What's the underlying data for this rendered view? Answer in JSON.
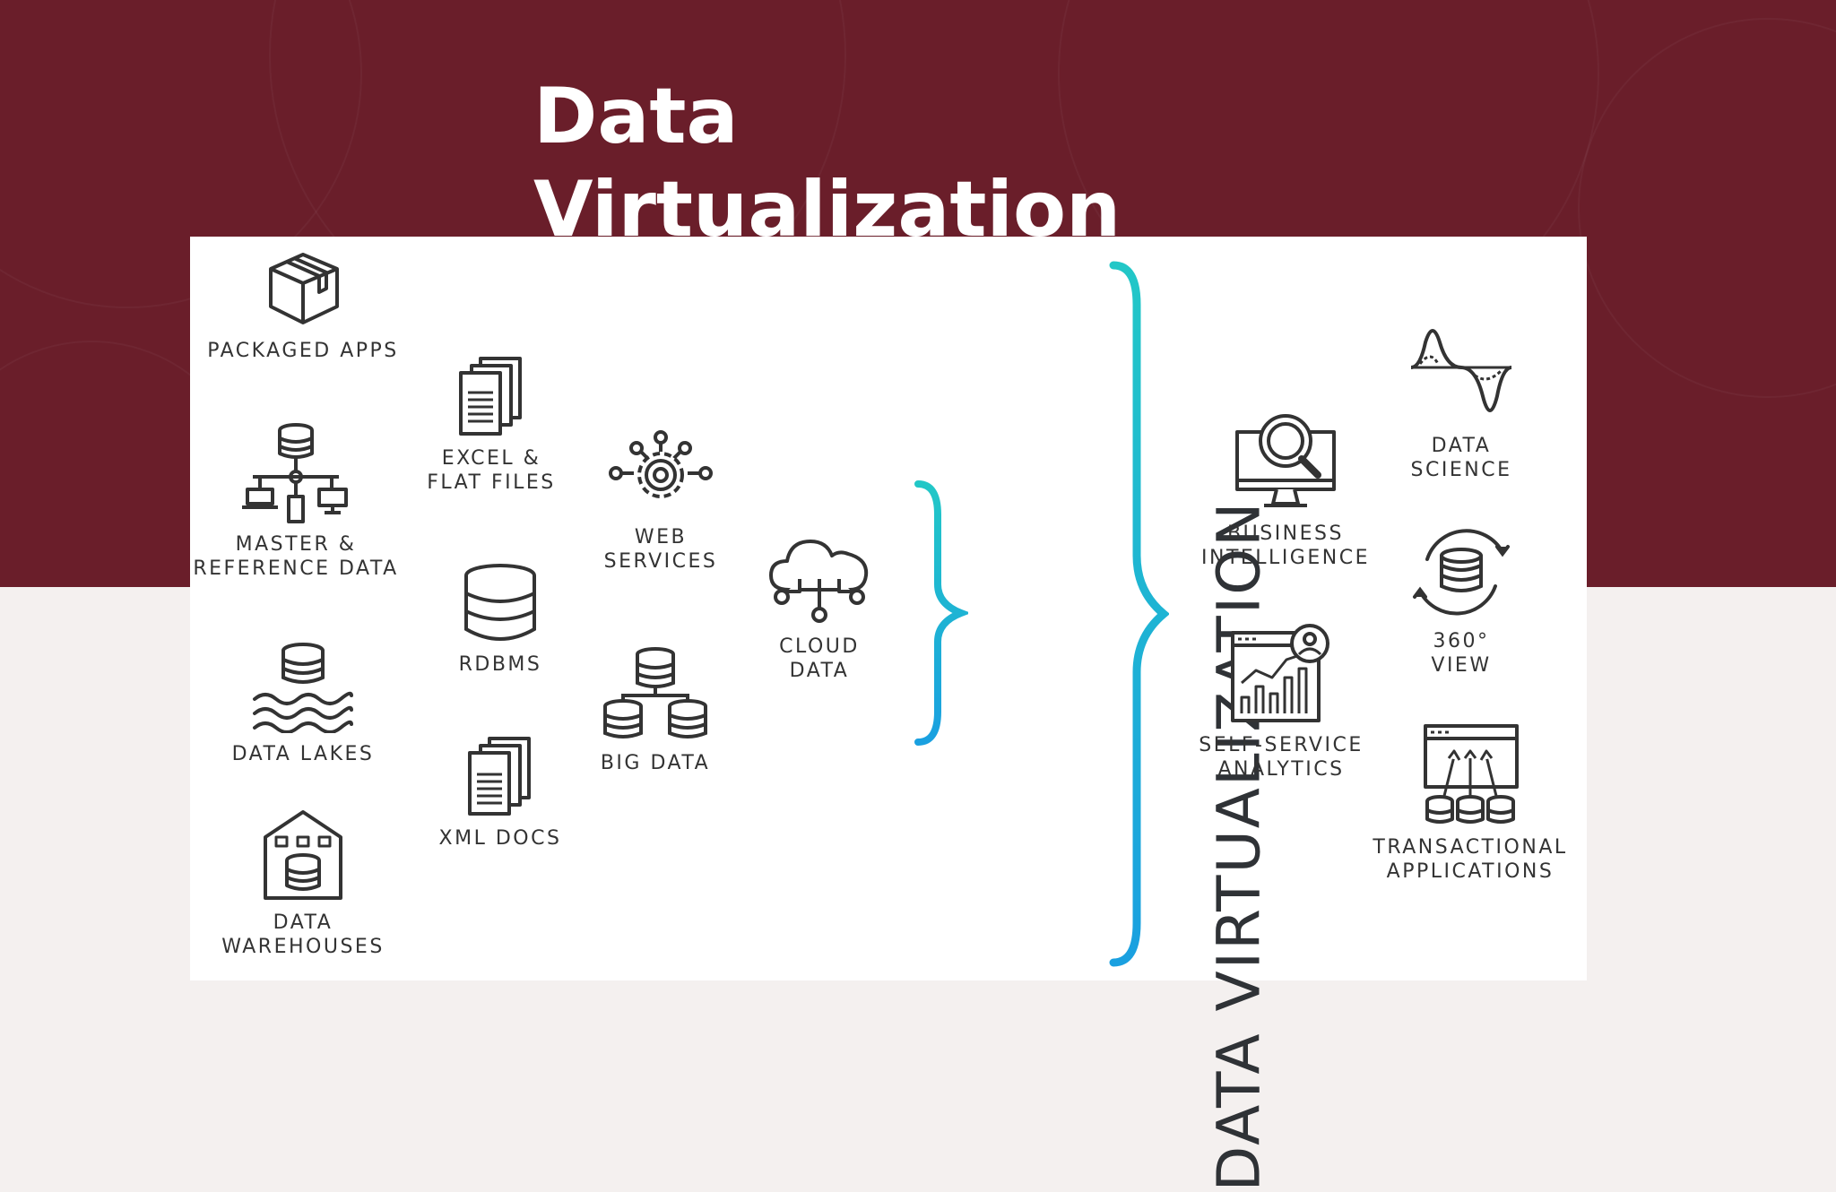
{
  "title": "Data\nVirtualization",
  "center_label": "DATA VIRTUALIZATION",
  "colors": {
    "top_band": "#6a1e2a",
    "accent_top": "#22c7c7",
    "accent_bottom": "#1aa0e0",
    "icon": "#333333"
  },
  "sources": [
    {
      "label": "PACKAGED APPS",
      "icon": "package-icon"
    },
    {
      "label": "EXCEL &\nFLAT FILES",
      "icon": "documents-icon"
    },
    {
      "label": "MASTER &\nREFERENCE DATA",
      "icon": "network-database-icon"
    },
    {
      "label": "WEB\nSERVICES",
      "icon": "web-gear-icon"
    },
    {
      "label": "RDBMS",
      "icon": "database-icon"
    },
    {
      "label": "CLOUD\nDATA",
      "icon": "cloud-icon"
    },
    {
      "label": "DATA LAKES",
      "icon": "data-lake-icon"
    },
    {
      "label": "BIG DATA",
      "icon": "big-data-icon"
    },
    {
      "label": "XML DOCS",
      "icon": "xml-docs-icon"
    },
    {
      "label": "DATA\nWAREHOUSES",
      "icon": "warehouse-icon"
    }
  ],
  "consumers": [
    {
      "label": "DATA\nSCIENCE",
      "icon": "wave-icon"
    },
    {
      "label": "BUSINESS\nINTELLIGENCE",
      "icon": "monitor-search-icon"
    },
    {
      "label": "360°\nVIEW",
      "icon": "database-cycle-icon"
    },
    {
      "label": "SELF-SERVICE\nANALYTICS",
      "icon": "analytics-dashboard-icon"
    },
    {
      "label": "TRANSACTIONAL\nAPPLICATIONS",
      "icon": "transactional-apps-icon"
    }
  ]
}
